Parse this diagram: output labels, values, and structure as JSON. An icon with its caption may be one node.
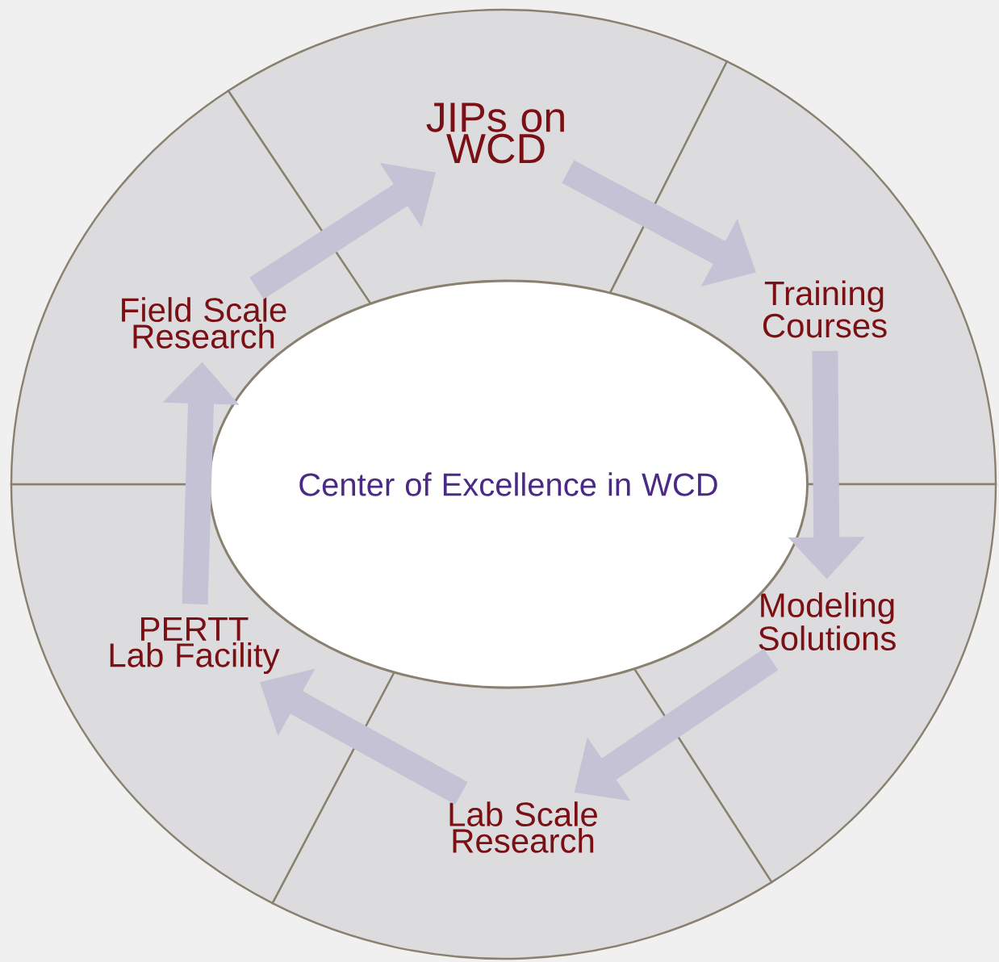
{
  "diagram": {
    "nodes": [
      {
        "text": [
          "JIPs on WCD"
        ]
      },
      {
        "text": [
          "Training Courses"
        ]
      },
      {
        "text": [
          "Modeling Solutions"
        ]
      },
      {
        "text": [
          "Lab Scale Research"
        ]
      },
      {
        "text": [
          "PERTT Lab Facility"
        ]
      },
      {
        "text": [
          "Field Scale Research"
        ]
      },
      {
        "text": [
          "Center of Excellence in WCD"
        ]
      }
    ],
    "edges": [
      {
        "from": 0,
        "to": 1,
        "arrow": "to"
      },
      {
        "from": 1,
        "to": 2,
        "arrow": "to"
      },
      {
        "from": 2,
        "to": 3,
        "arrow": "to"
      },
      {
        "from": 3,
        "to": 4,
        "arrow": "to"
      },
      {
        "from": 4,
        "to": 5,
        "arrow": "to"
      },
      {
        "from": 5,
        "to": 0,
        "arrow": "to"
      }
    ]
  }
}
